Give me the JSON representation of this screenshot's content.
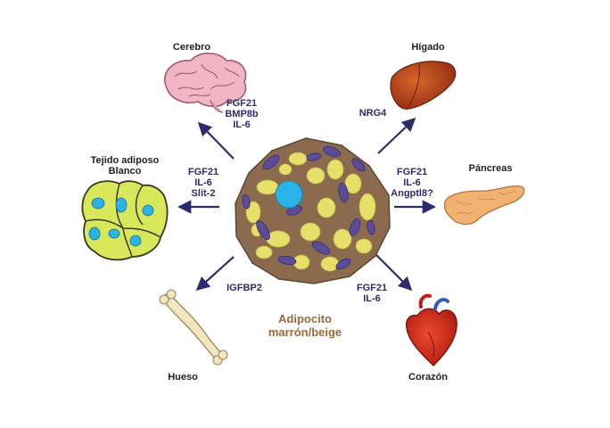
{
  "center": {
    "line1": "Adipocito",
    "line2": "marrón/beige"
  },
  "organs": {
    "brain": {
      "label": "Cerebro",
      "factors": [
        "FGF21",
        "BMP8b",
        "IL-6"
      ]
    },
    "liver": {
      "label": "Hígado",
      "factors": [
        "NRG4"
      ]
    },
    "white_fat": {
      "label_line1": "Tejido adiposo",
      "label_line2": "Blanco",
      "factors": [
        "FGF21",
        "IL-6",
        "Slit-2"
      ]
    },
    "pancreas": {
      "label": "Páncreas",
      "factors": [
        "FGF21",
        "IL-6",
        "Angptl8?"
      ]
    },
    "bone": {
      "label": "Hueso",
      "factors": [
        "IGFBP2"
      ]
    },
    "heart": {
      "label": "Corazón",
      "factors": [
        "FGF21",
        "IL-6"
      ]
    }
  },
  "colors": {
    "cytoplasm": "#8b6a4e",
    "lipid": "#e6e06a",
    "mitochondria": "#5b4c98",
    "nucleus": "#2ab3e6",
    "arrow": "#2c2b6e",
    "white_fat": "#d8e85a"
  }
}
